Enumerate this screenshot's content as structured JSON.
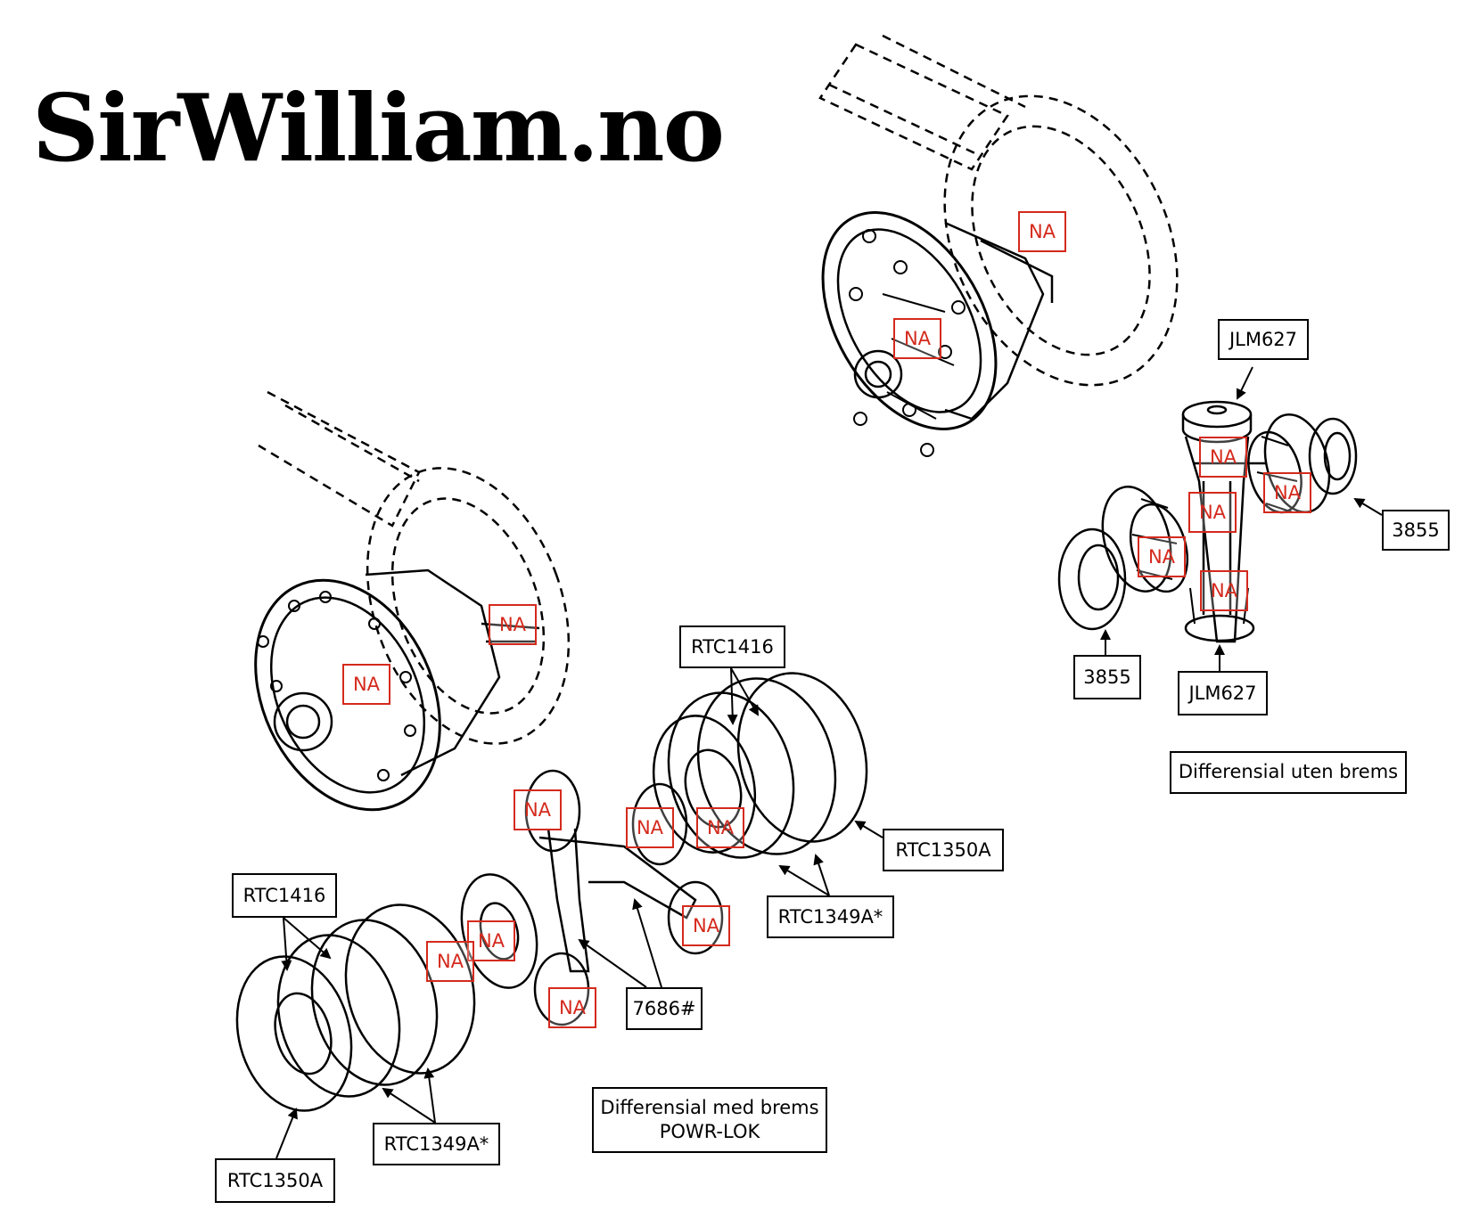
{
  "logo": {
    "text": "SirWilliam.no"
  },
  "captions": {
    "without_brake": "Differensial uten brems",
    "with_brake_line1": "Differensial med brems",
    "with_brake_line2": "POWR-LOK"
  },
  "part_labels": {
    "jlm627_top": "JLM627",
    "jlm627_bottom": "JLM627",
    "p3855_right": "3855",
    "p3855_left": "3855",
    "rtc1416_top": "RTC1416",
    "rtc1350a_right": "RTC1350A",
    "rtc1349a_right": "RTC1349A*",
    "rtc1416_left": "RTC1416",
    "p7686": "7686#",
    "rtc1349a_left": "RTC1349A*",
    "rtc1350a_left": "RTC1350A"
  },
  "na_text": "NA",
  "colors": {
    "na_red": "#d42a1d",
    "line": "#000000"
  }
}
